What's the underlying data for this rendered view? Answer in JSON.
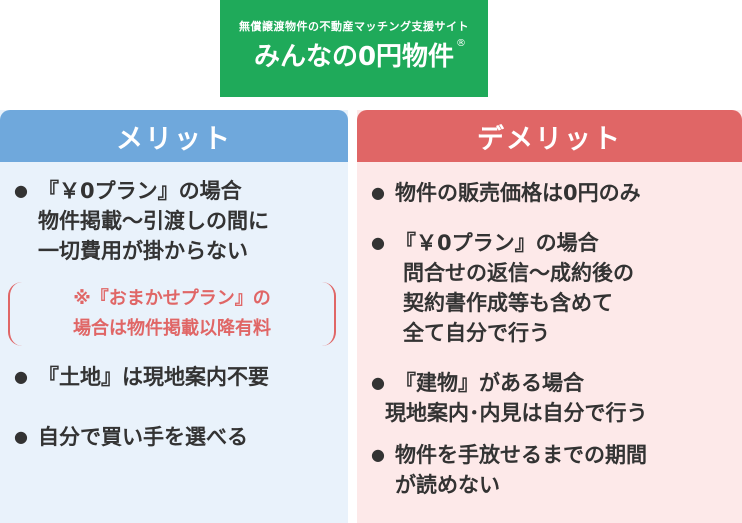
{
  "logo": {
    "tagline": "無償譲渡物件の不動産マッチング支援サイト",
    "name": "みんなの0円物件",
    "registered_mark": "®"
  },
  "merit": {
    "title": "メリット",
    "bullet": "●",
    "items": [
      {
        "lines": [
          "『￥0プラン』の場合",
          "物件掲載〜引渡しの間に",
          "一切費用が掛からない"
        ]
      },
      {
        "lines": [
          "『土地』は現地案内不要"
        ]
      },
      {
        "lines": [
          "自分で買い手を選べる"
        ]
      }
    ],
    "note": {
      "lines": [
        "※『おまかせプラン』の",
        "場合は物件掲載以降有料"
      ]
    }
  },
  "demerit": {
    "title": "デメリット",
    "bullet": "●",
    "items": [
      {
        "lines": [
          "物件の販売価格は0円のみ"
        ]
      },
      {
        "lines": [
          "『￥0プラン』の場合",
          "問合せの返信〜成約後の",
          "契約書作成等も含めて",
          "全て自分で行う"
        ]
      },
      {
        "lines": [
          "『建物』がある場合",
          "現地案内･内見は自分で行う"
        ]
      },
      {
        "lines": [
          "物件を手放せるまでの期間",
          "が読めない"
        ]
      }
    ]
  },
  "colors": {
    "logo_green": "#1faa5a",
    "merit_header": "#6fa8dc",
    "merit_bg": "#e9f2fb",
    "demerit_header": "#e06666",
    "demerit_bg": "#fde9e9",
    "note_red": "#e06666"
  }
}
